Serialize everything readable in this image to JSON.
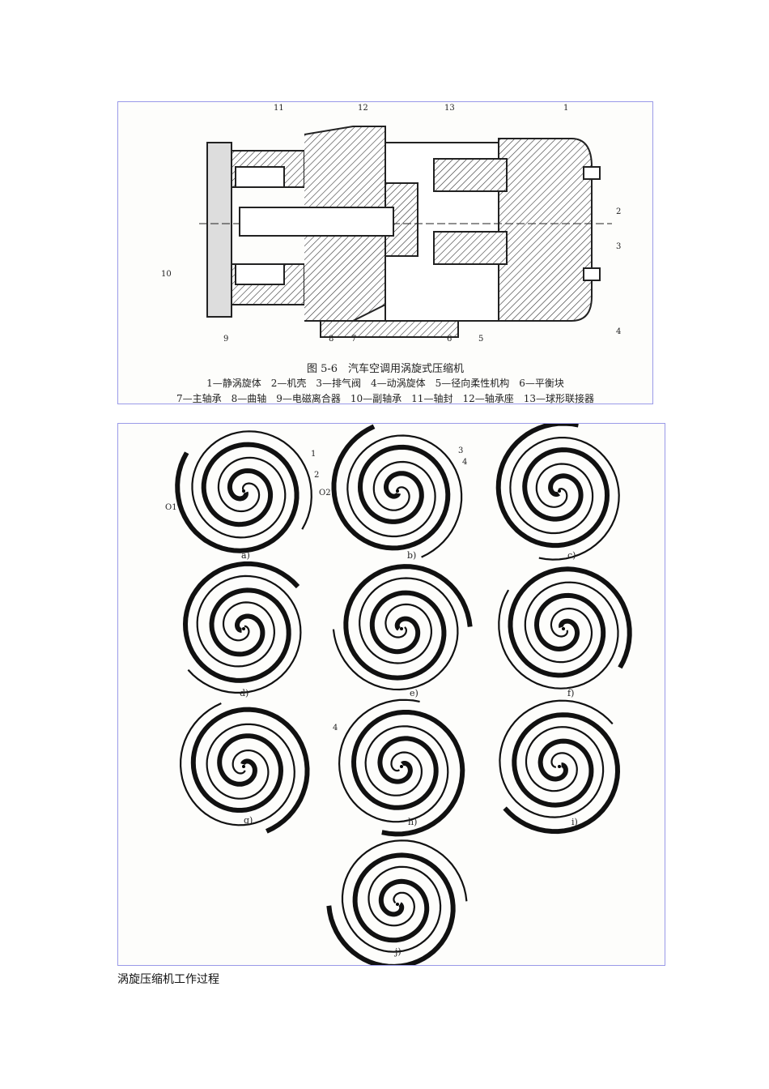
{
  "figure1": {
    "title": "图 5-6　汽车空调用涡旋式压缩机",
    "legend_line1": "1—静涡旋体　2—机壳　3—排气阀　4—动涡旋体　5—径向柔性机构　6—平衡块",
    "legend_line2": "7—主轴承　8—曲轴　9—电磁离合器　10—副轴承　11—轴封　12—轴承座　13—球形联接器",
    "part_numbers": [
      "11",
      "12",
      "13",
      "1",
      "2",
      "3",
      "4",
      "5",
      "6",
      "7",
      "8",
      "9",
      "10"
    ]
  },
  "figure2": {
    "panels": [
      "a)",
      "b)",
      "c)",
      "d)",
      "e)",
      "f)",
      "g)",
      "h)",
      "i)",
      "j)"
    ],
    "annotations": [
      "1",
      "2",
      "O1",
      "O2",
      "3",
      "4",
      "4"
    ]
  },
  "caption": "涡旋压缩机工作过程"
}
